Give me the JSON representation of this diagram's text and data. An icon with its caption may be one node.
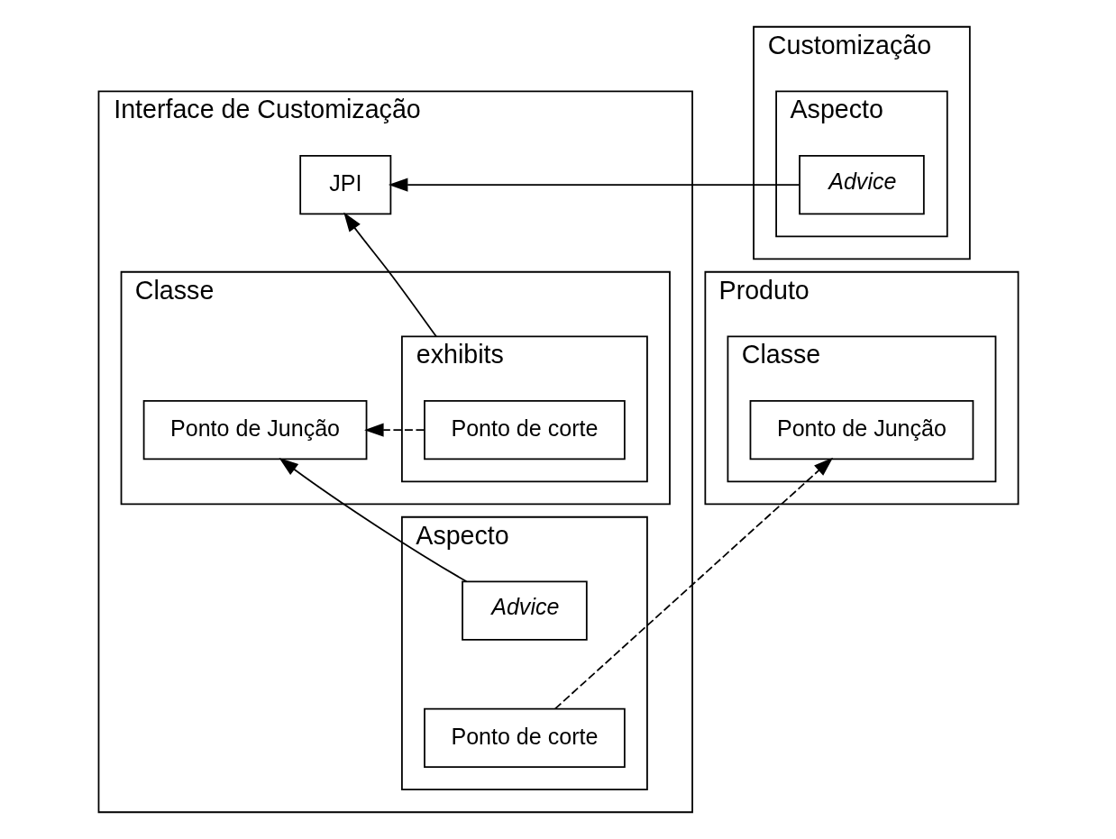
{
  "diagram": {
    "nodes": [
      {
        "text": [
          "Produto"
        ]
      },
      {
        "text": [
          "Classe"
        ],
        "in": 0
      },
      {
        "text": [
          "Ponto de Junção"
        ],
        "in": 1
      },
      {
        "text": [
          "Interface de Customização"
        ]
      },
      {
        "text": [
          "JPI"
        ],
        "in": 3
      },
      {
        "text": [
          "Classe"
        ],
        "in": 3
      },
      {
        "text": [
          "exhibits"
        ],
        "in": 5
      },
      {
        "text": [
          "Ponto de corte"
        ],
        "in": 6
      },
      {
        "text": [
          "Ponto de Junção"
        ],
        "in": 5
      },
      {
        "text": [
          "Aspecto"
        ],
        "in": 3
      },
      {
        "text": [
          "Advice"
        ],
        "in": 9
      },
      {
        "text": [
          "Ponto de corte"
        ],
        "in": 9
      },
      {
        "text": [
          "Customização"
        ]
      },
      {
        "text": [
          "Aspecto"
        ],
        "in": 12
      },
      {
        "text": [
          "Advice"
        ],
        "in": 13
      }
    ],
    "edges": [
      {
        "from": 14,
        "to": 4,
        "arrow": "to"
      },
      {
        "from": 6,
        "to": 4,
        "arrow": "to"
      },
      {
        "from": 7,
        "to": 8,
        "arrow": "to",
        "style": "dashed"
      },
      {
        "from": 10,
        "to": 8,
        "arrow": "to"
      },
      {
        "from": 11,
        "to": 2,
        "arrow": "to",
        "style": "dashed"
      }
    ]
  }
}
